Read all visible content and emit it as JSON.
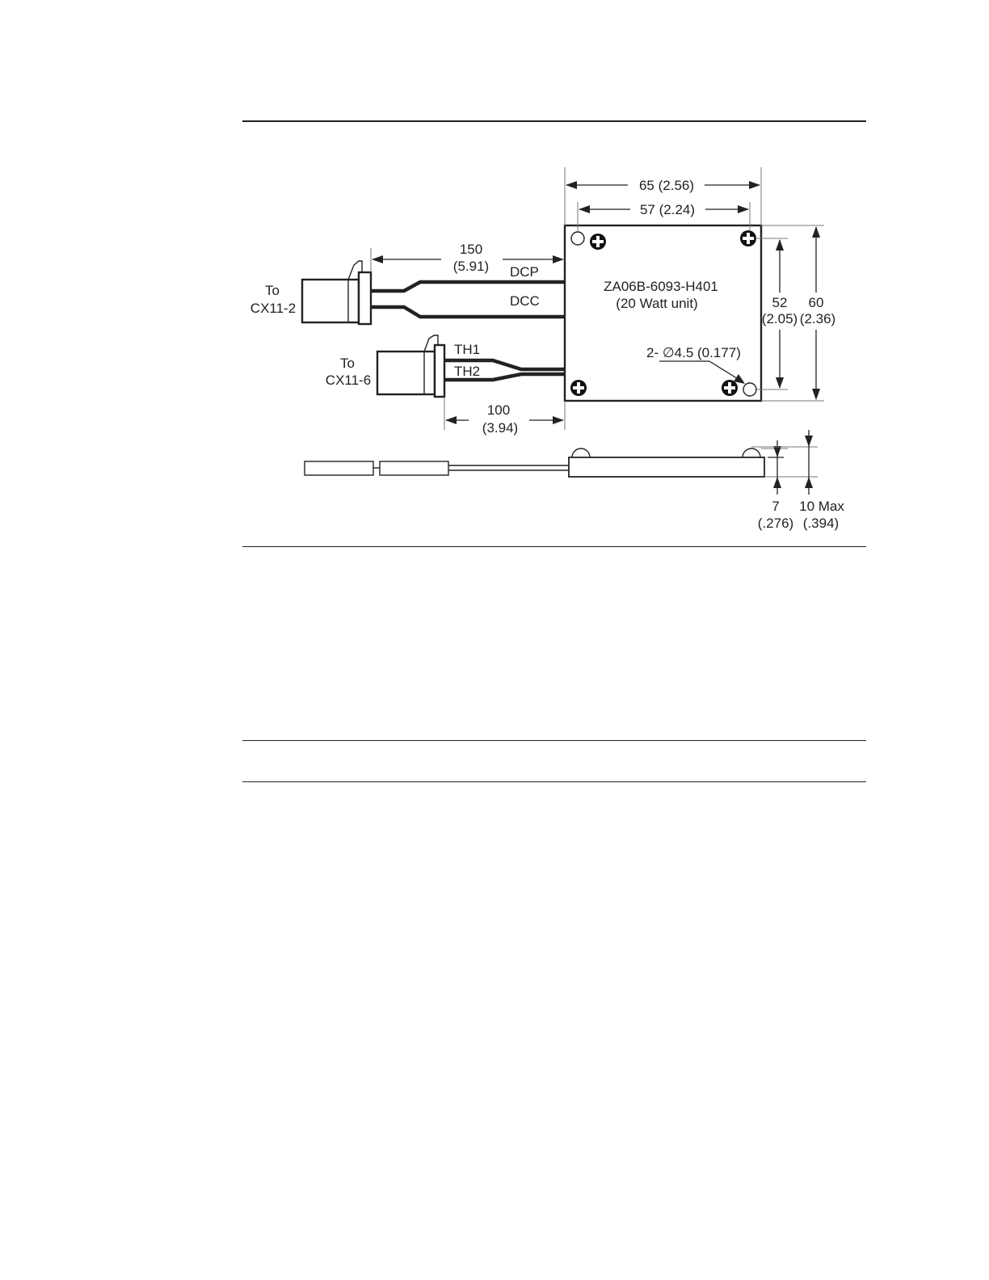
{
  "figure": {
    "connector_top": {
      "to": "To",
      "target": "CX11-2"
    },
    "connector_bottom": {
      "to": "To",
      "target": "CX11-6"
    },
    "wires": {
      "dcp": "DCP",
      "dcc": "DCC",
      "th1": "TH1",
      "th2": "TH2"
    },
    "unit": {
      "part_number": "ZA06B-6093-H401",
      "description": "(20 Watt unit)"
    },
    "dimensions": {
      "width_overall": "65 (2.56)",
      "hole_spacing_x": "57 (2.24)",
      "cable_length_power_mm": "150",
      "cable_length_power_in": "(5.91)",
      "cable_length_thermo_mm": "100",
      "cable_length_thermo_in": "(3.94)",
      "hole_spacing_y_mm": "52",
      "hole_spacing_y_in": "(2.05)",
      "height_overall_mm": "60",
      "height_overall_in": "(2.36)",
      "holes": "2- ∅4.5 (0.177)",
      "thickness_mm": "7",
      "thickness_in": "(.276)",
      "max_height_mm": "10 Max",
      "max_height_in": "(.394)"
    }
  }
}
